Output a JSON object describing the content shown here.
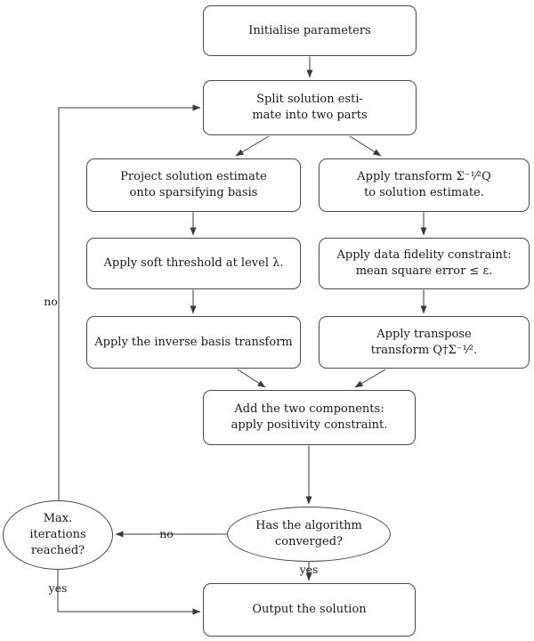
{
  "colors": {
    "line": "#3a3a3a",
    "border": "#4a4a4a",
    "background": "#ffffff",
    "text": "#1a1a1a"
  },
  "nodes": {
    "init": {
      "label": "Initialise parameters"
    },
    "split": {
      "label": "Split solution esti-\nmate into two parts"
    },
    "project": {
      "label": "Project solution estimate\nonto sparsifying basis"
    },
    "transform": {
      "label": "Apply transform Σ⁻¹⁄²Q\nto solution estimate."
    },
    "threshold": {
      "label": "Apply soft threshold at level λ."
    },
    "fidelity": {
      "label": "Apply data fidelity constraint:\nmean square error ≤ ε."
    },
    "inverse": {
      "label": "Apply the inverse basis transform"
    },
    "transpose": {
      "label": "Apply transpose\ntransform Q†Σ⁻¹⁄²."
    },
    "add": {
      "label": "Add the two components:\napply positivity constraint."
    },
    "converged": {
      "label": "Has the algorithm\nconverged?"
    },
    "max_iterations": {
      "label": "Max.\niterations\nreached?"
    },
    "output": {
      "label": "Output the solution"
    }
  },
  "edge_labels": {
    "iterate_no": "no",
    "converged_no": "no",
    "converged_yes": "yes",
    "max_iterations_yes": "yes"
  }
}
